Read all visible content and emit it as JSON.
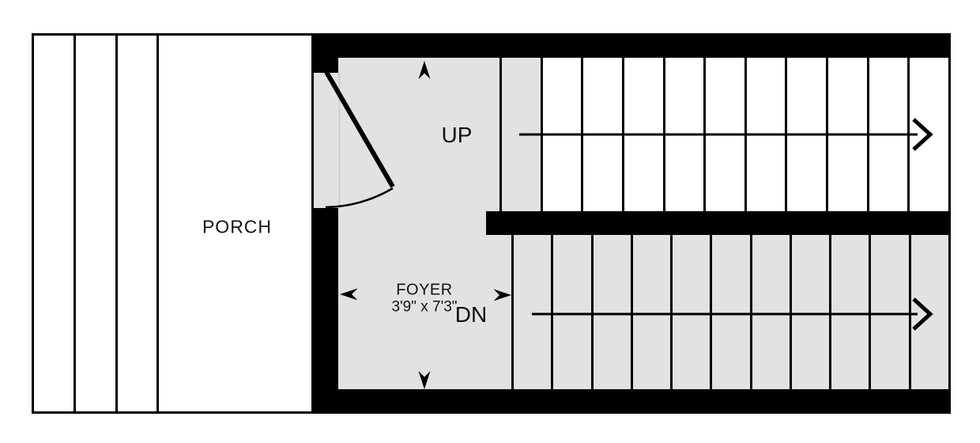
{
  "plan_title": "floor-plan",
  "rooms": {
    "porch": {
      "label": "PORCH"
    },
    "foyer": {
      "label": "FOYER",
      "dimensions": "3'9\" x 7'3\""
    }
  },
  "stairs": {
    "up": {
      "label": "UP",
      "treads": 11,
      "direction": "right"
    },
    "down": {
      "label": "DN",
      "treads": 11,
      "direction": "right"
    }
  },
  "icons": [
    "door-swing-icon",
    "arrow-up-icon",
    "arrow-down-icon",
    "arrow-left-icon",
    "arrow-right-icon",
    "stair-run-arrow-up-icon",
    "stair-run-arrow-down-icon"
  ],
  "colors": {
    "wall_black": "#000000",
    "floor_gray": "#e2e2e2",
    "porch_white": "#ffffff"
  }
}
